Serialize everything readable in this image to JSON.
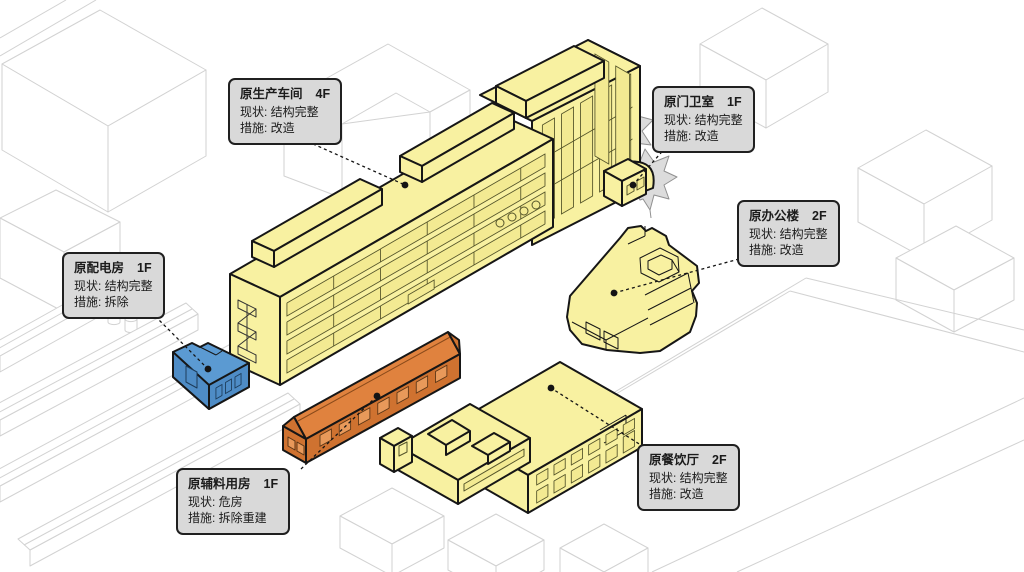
{
  "diagram": {
    "kind": "axonometric-site-assessment",
    "background": "#ffffff"
  },
  "colors": {
    "outline": "#161616",
    "renovate_yellow": "#f8f1a1",
    "renovate_yellow_shade": "#f3ea92",
    "rebuild_orange": "#e0823e",
    "rebuild_orange_shade": "#cf7230",
    "demolish_blue": "#5b9ad2",
    "demolish_blue_shade": "#4e8cc6",
    "context_line": "#d2d2d2",
    "label_bg": "#d9d9d9",
    "label_border": "#202020",
    "leader": "#141414"
  },
  "labels": [
    {
      "name": "原生产车间",
      "floors": "4F",
      "status": "现状: 结构完整",
      "measure": "措施: 改造"
    },
    {
      "name": "原门卫室",
      "floors": "1F",
      "status": "现状: 结构完整",
      "measure": "措施: 改造"
    },
    {
      "name": "原办公楼",
      "floors": "2F",
      "status": "现状: 结构完整",
      "measure": "措施: 改造"
    },
    {
      "name": "原配电房",
      "floors": "1F",
      "status": "现状: 结构完整",
      "measure": "措施: 拆除"
    },
    {
      "name": "原辅料用房",
      "floors": "1F",
      "status": "现状: 危房",
      "measure": "措施: 拆除重建"
    },
    {
      "name": "原餐饮厅",
      "floors": "2F",
      "status": "现状: 结构完整",
      "measure": "措施: 改造"
    }
  ]
}
